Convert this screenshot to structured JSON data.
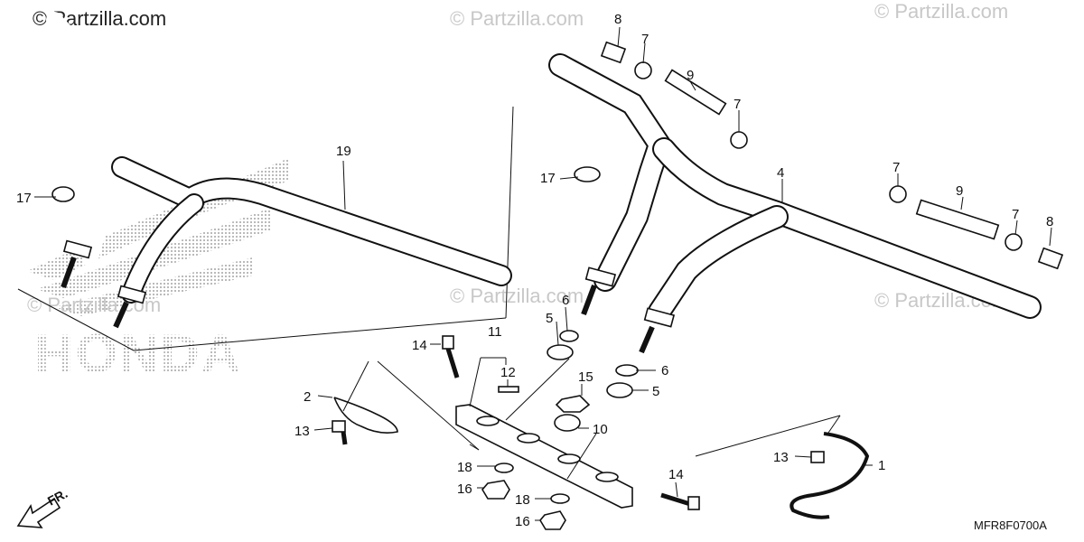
{
  "watermarks": {
    "top_left": "© Partzilla.com",
    "text": "© Partzilla.com"
  },
  "brand_logo_text": "HONDA",
  "diagram_code": "MFR8F0700A",
  "front_arrow_label": "FR.",
  "callouts": {
    "c1": "1",
    "c2": "2",
    "c4": "4",
    "c5a": "5",
    "c5b": "5",
    "c6a": "6",
    "c6b": "6",
    "c7a": "7",
    "c7b": "7",
    "c7c": "7",
    "c7d": "7",
    "c8a": "8",
    "c8b": "8",
    "c9a": "9",
    "c9b": "9",
    "c10": "10",
    "c11": "11",
    "c12": "12",
    "c13a": "13",
    "c13b": "13",
    "c14a": "14",
    "c14b": "14",
    "c15": "15",
    "c16a": "16",
    "c16b": "16",
    "c17a": "17",
    "c17b": "17",
    "c18a": "18",
    "c18b": "18",
    "c19": "19"
  },
  "colors": {
    "line": "#111111",
    "watermark": "#c8c8c8",
    "logo_dots": "#888888"
  }
}
